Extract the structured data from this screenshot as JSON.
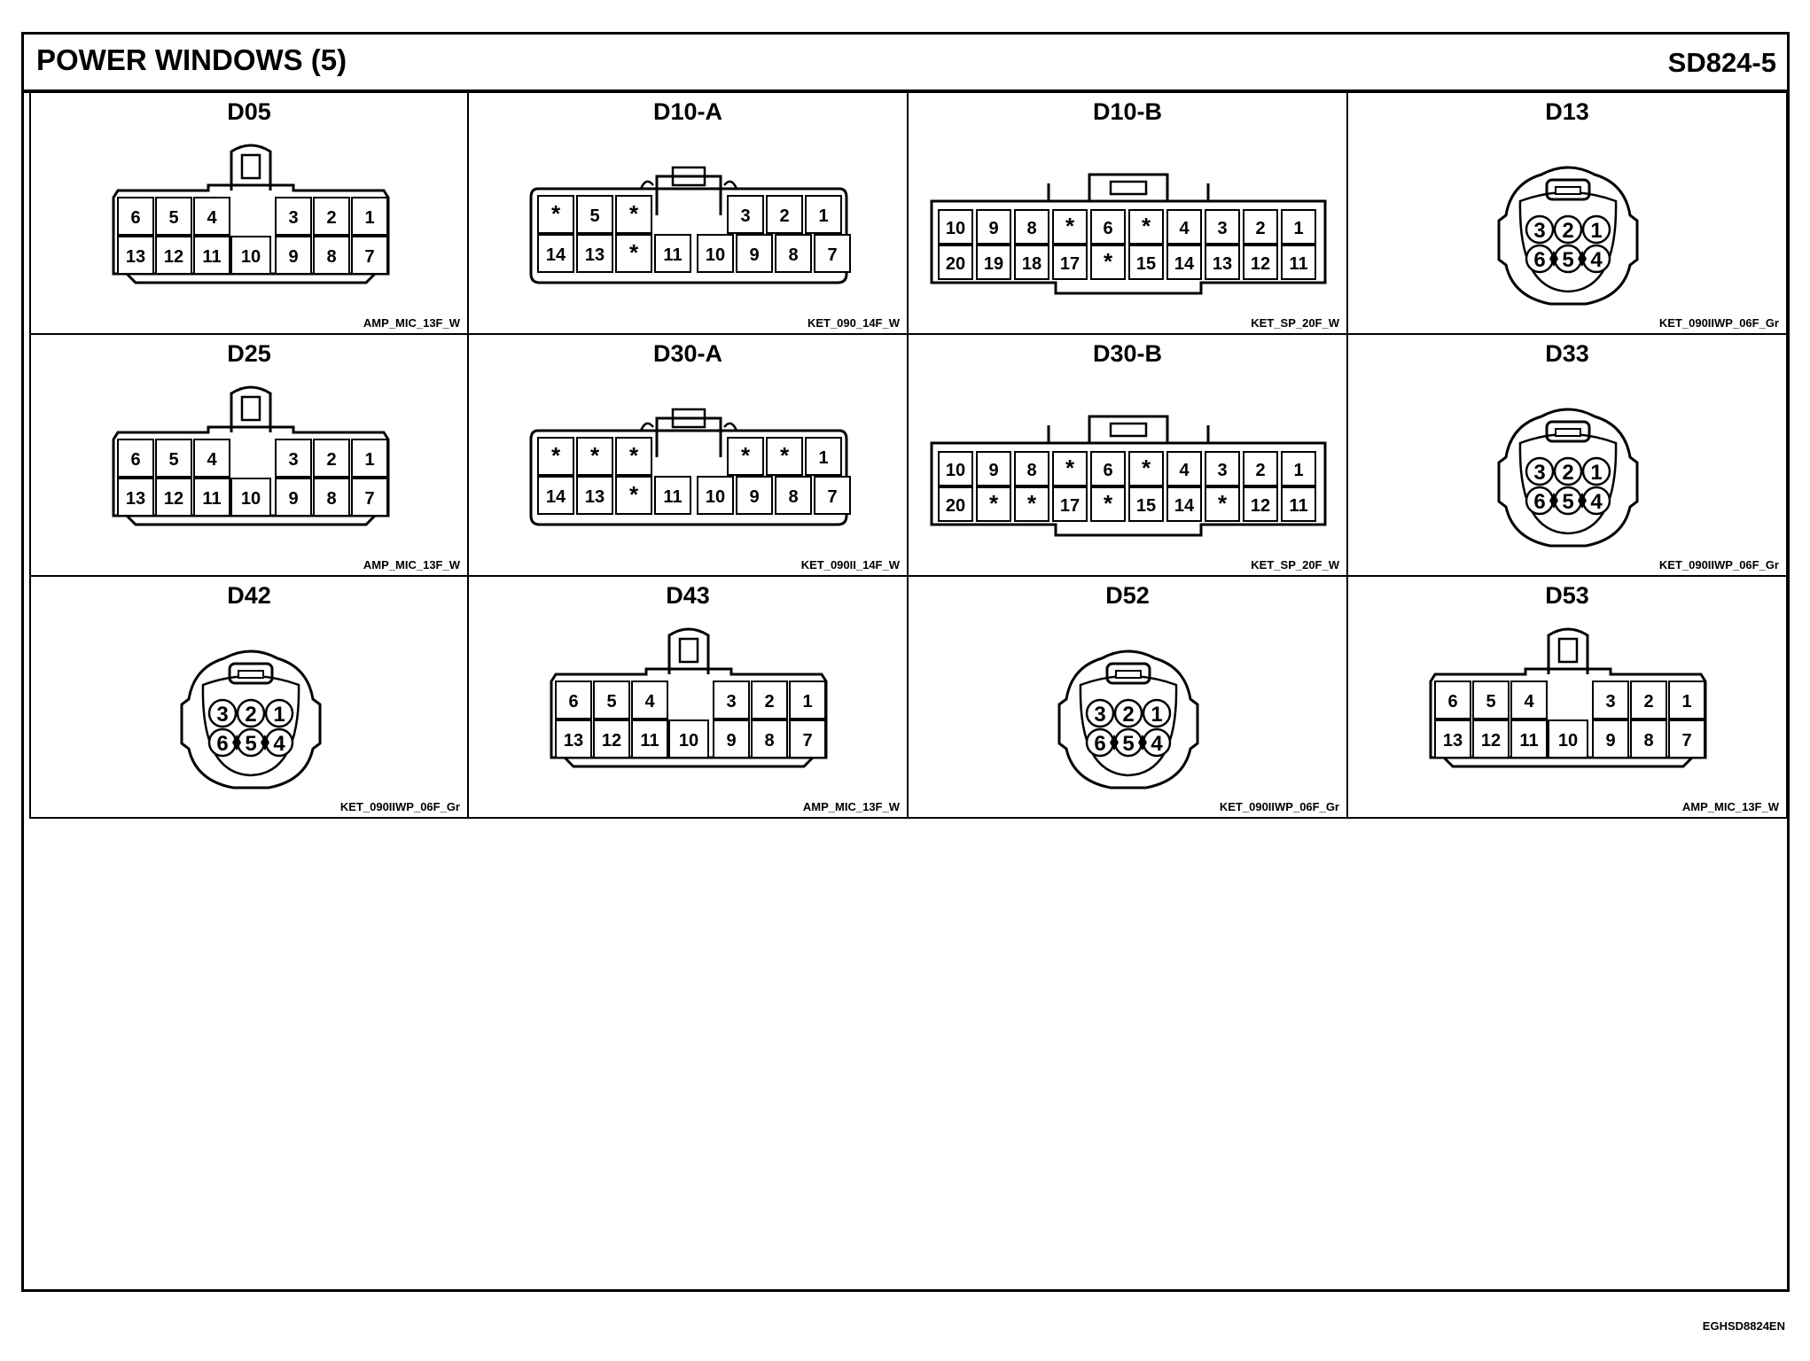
{
  "title": "POWER WINDOWS (5)",
  "sheet_code": "SD824-5",
  "footer_code": "EGHSD8824EN",
  "connectors": [
    {
      "name": "D05",
      "part": "AMP_MIC_13F_W",
      "kind": "amp13",
      "top": [
        "6",
        "5",
        "4",
        "3",
        "2",
        "1"
      ],
      "bottom": [
        "13",
        "12",
        "11",
        "10",
        "9",
        "8",
        "7"
      ]
    },
    {
      "name": "D10-A",
      "part": "KET_090_14F_W",
      "kind": "ket14",
      "top": [
        "*",
        "5",
        "*",
        "3",
        "2",
        "1"
      ],
      "bottom": [
        "14",
        "13",
        "*",
        "11",
        "10",
        "9",
        "8",
        "7"
      ]
    },
    {
      "name": "D10-B",
      "part": "KET_SP_20F_W",
      "kind": "ket20",
      "top": [
        "10",
        "9",
        "8",
        "*",
        "6",
        "*",
        "4",
        "3",
        "2",
        "1"
      ],
      "bottom": [
        "20",
        "19",
        "18",
        "17",
        "*",
        "15",
        "14",
        "13",
        "12",
        "11"
      ]
    },
    {
      "name": "D13",
      "part": "KET_090IIWP_06F_Gr",
      "kind": "round6",
      "top": [
        "3",
        "2",
        "1"
      ],
      "bottom": [
        "6",
        "5",
        "4"
      ]
    },
    {
      "name": "D25",
      "part": "AMP_MIC_13F_W",
      "kind": "amp13",
      "top": [
        "6",
        "5",
        "4",
        "3",
        "2",
        "1"
      ],
      "bottom": [
        "13",
        "12",
        "11",
        "10",
        "9",
        "8",
        "7"
      ]
    },
    {
      "name": "D30-A",
      "part": "KET_090II_14F_W",
      "kind": "ket14",
      "top": [
        "*",
        "*",
        "*",
        "*",
        "*",
        "1"
      ],
      "bottom": [
        "14",
        "13",
        "*",
        "11",
        "10",
        "9",
        "8",
        "7"
      ]
    },
    {
      "name": "D30-B",
      "part": "KET_SP_20F_W",
      "kind": "ket20",
      "top": [
        "10",
        "9",
        "8",
        "*",
        "6",
        "*",
        "4",
        "3",
        "2",
        "1"
      ],
      "bottom": [
        "20",
        "*",
        "*",
        "17",
        "*",
        "15",
        "14",
        "*",
        "12",
        "11"
      ]
    },
    {
      "name": "D33",
      "part": "KET_090IIWP_06F_Gr",
      "kind": "round6",
      "top": [
        "3",
        "2",
        "1"
      ],
      "bottom": [
        "6",
        "5",
        "4"
      ]
    },
    {
      "name": "D42",
      "part": "KET_090IIWP_06F_Gr",
      "kind": "round6",
      "top": [
        "3",
        "2",
        "1"
      ],
      "bottom": [
        "6",
        "5",
        "4"
      ]
    },
    {
      "name": "D43",
      "part": "AMP_MIC_13F_W",
      "kind": "amp13",
      "top": [
        "6",
        "5",
        "4",
        "3",
        "2",
        "1"
      ],
      "bottom": [
        "13",
        "12",
        "11",
        "10",
        "9",
        "8",
        "7"
      ]
    },
    {
      "name": "D52",
      "part": "KET_090IIWP_06F_Gr",
      "kind": "round6",
      "top": [
        "3",
        "2",
        "1"
      ],
      "bottom": [
        "6",
        "5",
        "4"
      ]
    },
    {
      "name": "D53",
      "part": "AMP_MIC_13F_W",
      "kind": "amp13",
      "top": [
        "6",
        "5",
        "4",
        "3",
        "2",
        "1"
      ],
      "bottom": [
        "13",
        "12",
        "11",
        "10",
        "9",
        "8",
        "7"
      ]
    }
  ]
}
